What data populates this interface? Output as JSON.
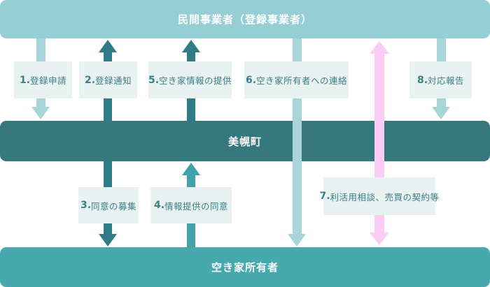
{
  "colors": {
    "background": "#ffffff",
    "top-bar": "#95cfd5",
    "middle-bar": "#35787e",
    "bottom-bar": "#47a9ae",
    "arrow-light": "#a8d5da",
    "arrow-dark": "#2f7b86",
    "arrow-medium": "#41a2ab",
    "arrow-pink": "#fbcdf5",
    "label-bg": "#e7f2f1",
    "label-text": "#3c7f88",
    "bar-text": "#ffffff"
  },
  "bars": {
    "top": {
      "title": "民間事業者（登録事業者）"
    },
    "middle": {
      "title": "美幌町"
    },
    "bottom": {
      "title": "空き家所有者"
    }
  },
  "steps": [
    {
      "prefix": "1.",
      "label": "登録申請",
      "from": "民間事業者（登録事業者）",
      "to": "美幌町",
      "direction": "down",
      "color": "arrow-light"
    },
    {
      "prefix": "2.",
      "label": "登録通知",
      "from": "美幌町",
      "to": "民間事業者（登録事業者）",
      "direction": "up",
      "color": "arrow-dark"
    },
    {
      "prefix": "3.",
      "label": "同意の募集",
      "from": "美幌町",
      "to": "空き家所有者",
      "direction": "down",
      "color": "arrow-dark"
    },
    {
      "prefix": "4.",
      "label": "情報提供の同意",
      "from": "空き家所有者",
      "to": "美幌町",
      "direction": "up",
      "color": "arrow-medium"
    },
    {
      "prefix": "5.",
      "label": "空き家情報の提供",
      "from": "美幌町",
      "to": "民間事業者（登録事業者）",
      "direction": "up",
      "color": "arrow-dark"
    },
    {
      "prefix": "6.",
      "label": "空き家所有者への連絡",
      "from": "民間事業者（登録事業者）",
      "to": "空き家所有者",
      "direction": "down",
      "color": "arrow-light"
    },
    {
      "prefix": "7.",
      "label": "利活用相談、売買の契約等",
      "from": "民間事業者（登録事業者）",
      "to": "空き家所有者",
      "direction": "both",
      "color": "arrow-pink"
    },
    {
      "prefix": "8.",
      "label": "対応報告",
      "from": "民間事業者（登録事業者）",
      "to": "美幌町",
      "direction": "down",
      "color": "arrow-light"
    }
  ]
}
